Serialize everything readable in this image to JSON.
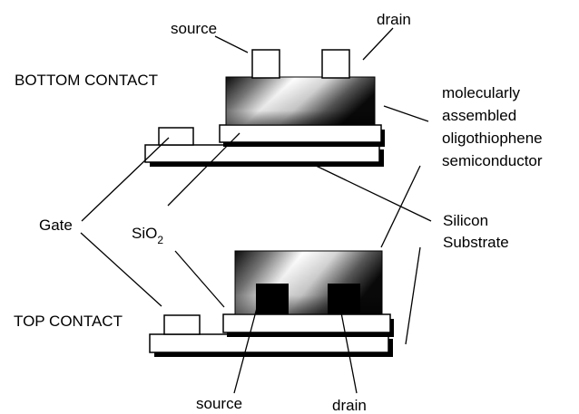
{
  "labels": {
    "source_top": "source",
    "drain_top": "drain",
    "bottom_contact": "BOTTOM CONTACT",
    "semiconductor": [
      "molecularly",
      "assembled",
      "oligothiophene",
      "semiconductor"
    ],
    "gate": "Gate",
    "sio2_main": "SiO",
    "sio2_sub": "2",
    "substrate": [
      "Silicon",
      "Substrate"
    ],
    "top_contact": "TOP CONTACT",
    "source_bottom": "source",
    "drain_bottom": "drain"
  }
}
